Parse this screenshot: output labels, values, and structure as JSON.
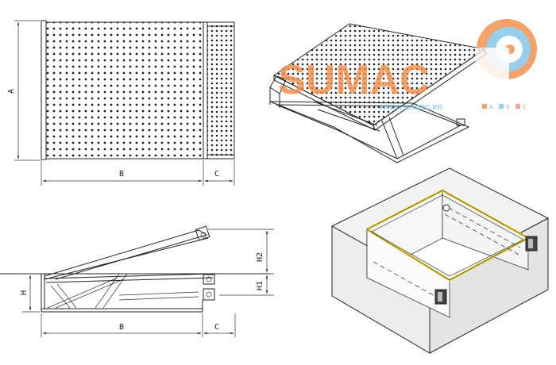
{
  "labels": {
    "A": "A",
    "B": "B",
    "C": "C",
    "H": "H",
    "H1": "H1",
    "H2": "H2"
  },
  "watermark": {
    "brand": "SUMAC",
    "url": "www.sumac.vn",
    "legend": [
      "A",
      "B",
      "C"
    ]
  },
  "colors": {
    "line": "#222222",
    "watermark_orange": "#f28c46",
    "watermark_blue": "#7ec3e8",
    "watermark_pink": "#e89090",
    "edge_yellow": "#f0d94a",
    "box_fill": "#eeeeee"
  }
}
